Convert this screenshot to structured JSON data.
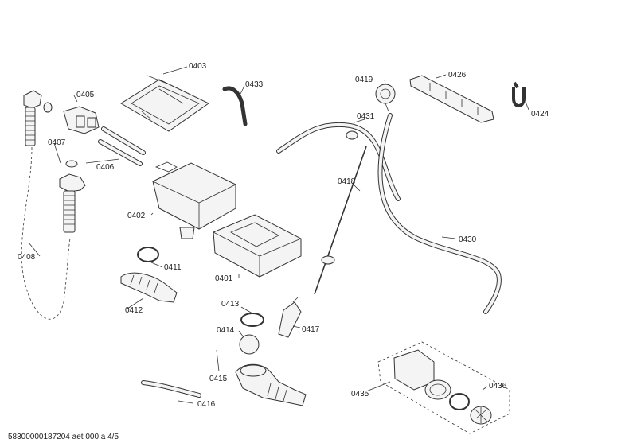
{
  "labels": {
    "p0401": "0401",
    "p0402": "0402",
    "p0403": "0403",
    "p0405": "0405",
    "p0406": "0406",
    "p0407": "0407",
    "p0408": "0408",
    "p0411": "0411",
    "p0412": "0412",
    "p0413": "0413",
    "p0414": "0414",
    "p0415": "0415",
    "p0416": "0416",
    "p0417": "0417",
    "p0418": "0418",
    "p0419": "0419",
    "p0424": "0424",
    "p0426": "0426",
    "p0430": "0430",
    "p0431": "0431",
    "p0433": "0433",
    "p0435": "0435",
    "p0436": "0436"
  },
  "footer": "58300000187204 aet 000 a 4/5"
}
